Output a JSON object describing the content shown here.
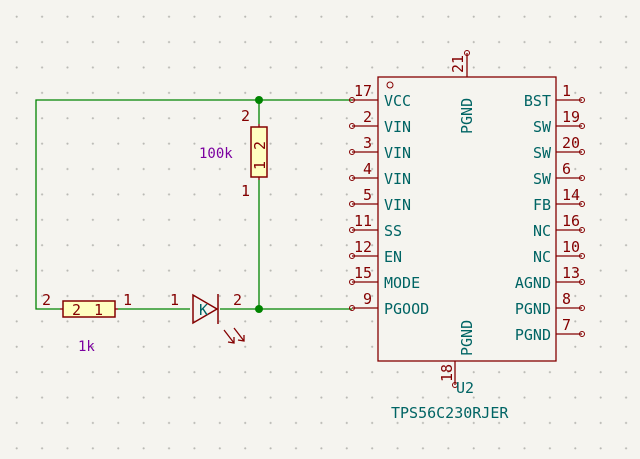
{
  "ic": {
    "reference": "U2",
    "value": "TPS56C230RJER",
    "left_pins": [
      {
        "num": "17",
        "name": "VCC"
      },
      {
        "num": "2",
        "name": "VIN"
      },
      {
        "num": "3",
        "name": "VIN"
      },
      {
        "num": "4",
        "name": "VIN"
      },
      {
        "num": "5",
        "name": "VIN"
      },
      {
        "num": "11",
        "name": "SS"
      },
      {
        "num": "12",
        "name": "EN"
      },
      {
        "num": "15",
        "name": "MODE"
      },
      {
        "num": "9",
        "name": "PGOOD"
      }
    ],
    "right_pins": [
      {
        "num": "1",
        "name": "BST"
      },
      {
        "num": "19",
        "name": "SW"
      },
      {
        "num": "20",
        "name": "SW"
      },
      {
        "num": "6",
        "name": "SW"
      },
      {
        "num": "14",
        "name": "FB"
      },
      {
        "num": "16",
        "name": "NC"
      },
      {
        "num": "10",
        "name": "NC"
      },
      {
        "num": "13",
        "name": "AGND"
      },
      {
        "num": "8",
        "name": "PGND"
      },
      {
        "num": "7",
        "name": "PGND"
      }
    ],
    "top_pin": {
      "num": "21",
      "name": "PGND"
    },
    "bottom_pin": {
      "num": "18",
      "name": "PGND"
    }
  },
  "r_pullup": {
    "value": "100k",
    "pin_a": "1",
    "pin_b": "2"
  },
  "r_led": {
    "value": "1k",
    "pin_a": "2",
    "pin_b": "1"
  },
  "led": {
    "pin_anode": "1",
    "pin_cathode": "2",
    "label": "K"
  },
  "colors": {
    "wire": "#008400",
    "symbol": "#840000",
    "pin_name": "#006464",
    "value": "#7b00a0",
    "resistor_fill": "#ffffc0"
  }
}
